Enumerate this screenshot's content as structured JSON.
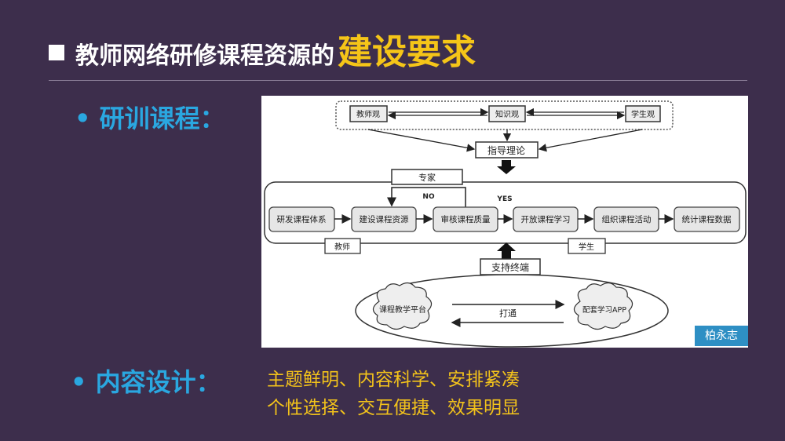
{
  "title": {
    "main": "教师网络研修课程资源的",
    "highlight": "建设要求"
  },
  "bullets": {
    "training": "• 研训课程：",
    "content": "• 内容设计："
  },
  "content_lines": [
    "主题鲜明、内容科学、安排紧凑",
    "个性选择、交互便捷、效果明显"
  ],
  "diagram": {
    "views": [
      "教师观",
      "知识观",
      "学生观"
    ],
    "guide": "指导理论",
    "expert": "专家",
    "no": "NO",
    "yes": "YES",
    "steps": [
      "研发课程体系",
      "建设课程资源",
      "审核课程质量",
      "开放课程学习",
      "组织课程活动",
      "统计课程数据"
    ],
    "teacher": "教师",
    "student": "学生",
    "support": "支持终端",
    "platform": "课程教学平台",
    "app": "配套学习APP",
    "connect": "打通",
    "author": "柏永志"
  }
}
